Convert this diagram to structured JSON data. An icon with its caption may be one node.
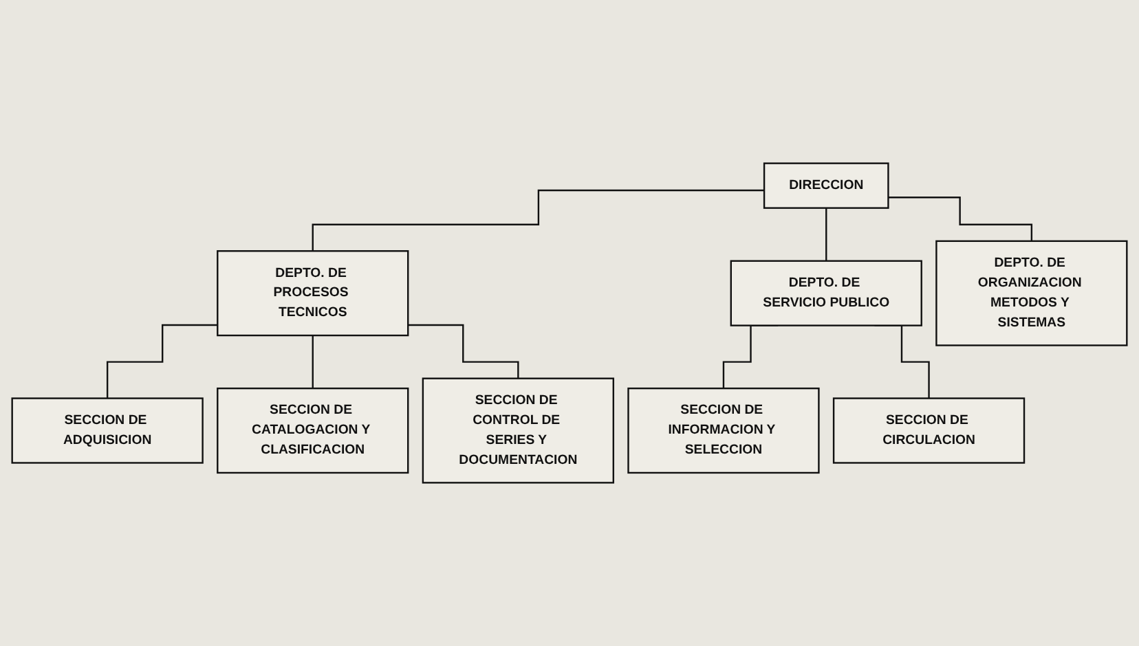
{
  "diagram": {
    "nodes": [
      {
        "text": [
          "DIRECCION"
        ]
      },
      {
        "text": [
          "DEPTO. DE ORGANIZACION METODOS Y SISTEMAS"
        ]
      },
      {
        "text": [
          "DEPTO. DE PROCESOS TECNICOS"
        ]
      },
      {
        "text": [
          "DEPTO. DE SERVICIO PUBLICO"
        ]
      },
      {
        "text": [
          "SECCION DE ADQUISICION"
        ]
      },
      {
        "text": [
          "SECCION DE CATALOGACION Y CLASIFICACION"
        ]
      },
      {
        "text": [
          "SECCION DE CONTROL DE SERIES Y DOCUMENTACION"
        ]
      },
      {
        "text": [
          "SECCION DE INFORMACION Y SELECCION"
        ]
      },
      {
        "text": [
          "SECCION DE CIRCULACION"
        ]
      }
    ],
    "edges": [
      {
        "from": 0,
        "to": 1,
        "arrow": "none"
      },
      {
        "from": 0,
        "to": 2,
        "arrow": "none"
      },
      {
        "from": 0,
        "to": 3,
        "arrow": "none"
      },
      {
        "from": 2,
        "to": 4,
        "arrow": "none"
      },
      {
        "from": 2,
        "to": 5,
        "arrow": "none"
      },
      {
        "from": 2,
        "to": 6,
        "arrow": "none"
      },
      {
        "from": 3,
        "to": 7,
        "arrow": "none"
      },
      {
        "from": 3,
        "to": 8,
        "arrow": "none"
      }
    ]
  }
}
